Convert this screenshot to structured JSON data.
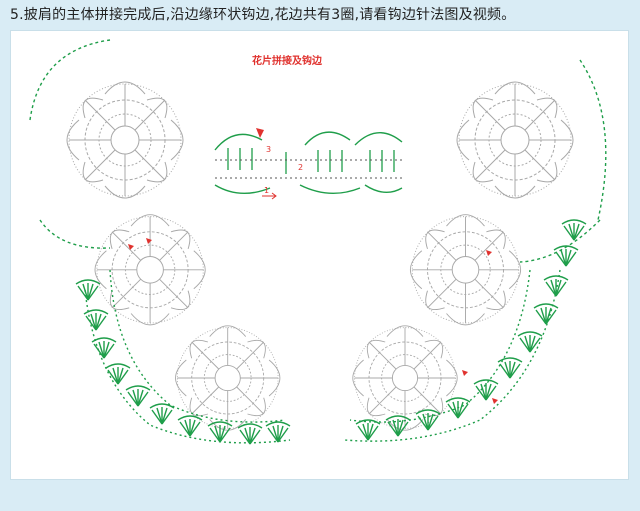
{
  "caption": "5.披肩的主体拼接完成后,沿边缘环状钩边,花边共有3圈,请看钩边针法图及视频。",
  "diagram_title": "花片拼接及钩边",
  "round_labels": [
    "1",
    "2",
    "3"
  ],
  "colors": {
    "background": "#d9ecf5",
    "panel": "#ffffff",
    "motif_gray": "#a8a8a8",
    "edging_green": "#1f9e4a",
    "marker_red": "#e0322e",
    "text": "#222222"
  }
}
